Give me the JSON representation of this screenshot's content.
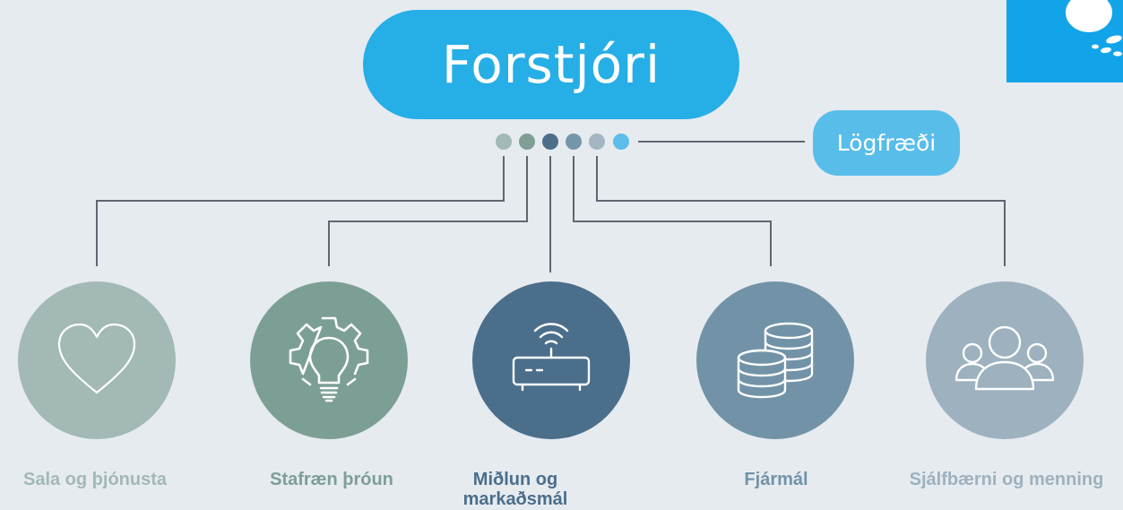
{
  "top_box": {
    "label": "Forstjóri"
  },
  "side_box": {
    "label": "Lögfræði"
  },
  "dots": [
    {
      "color": "#a2b9b5"
    },
    {
      "color": "#7f9e95"
    },
    {
      "color": "#4d6e8b"
    },
    {
      "color": "#7596aa"
    },
    {
      "color": "#a3b6c2"
    },
    {
      "color": "#5bbde8"
    }
  ],
  "departments": [
    {
      "label": "Sala og þjónusta",
      "icon": "heart-icon",
      "circle_color": "#a2b9b5",
      "label_color": "#a2b9b5"
    },
    {
      "label": "Stafræn þróun",
      "icon": "gear-lightbulb-icon",
      "circle_color": "#7c9f95",
      "label_color": "#7c9f95"
    },
    {
      "label": "Miðlun og markaðsmál",
      "icon": "wifi-router-icon",
      "circle_color": "#4b6e8b",
      "label_color": "#4b6e8b"
    },
    {
      "label": "Fjármál",
      "icon": "coin-stacks-icon",
      "circle_color": "#7293a7",
      "label_color": "#7293a7"
    },
    {
      "label": "Sjálfbærni og menning",
      "icon": "people-group-icon",
      "circle_color": "#9db1be",
      "label_color": "#9db1be"
    }
  ],
  "colors": {
    "background": "#e6ebf0",
    "connector": "#5f6670",
    "logo": "#12a4e8"
  },
  "logo": {
    "icon": "company-logo-icon"
  }
}
